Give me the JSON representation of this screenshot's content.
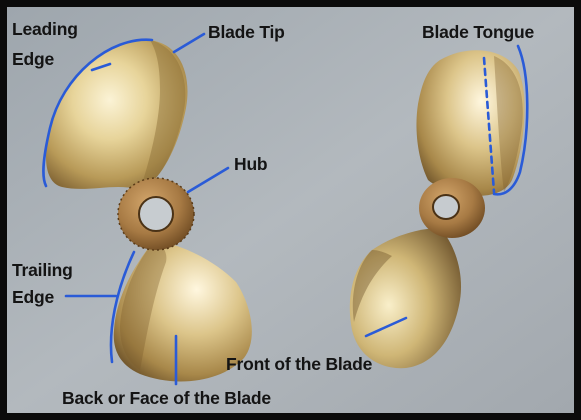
{
  "diagram": {
    "labels": {
      "leading_edge_line1": "Leading",
      "leading_edge_line2": "Edge",
      "blade_tip": "Blade Tip",
      "blade_tongue": "Blade Tongue",
      "hub": "Hub",
      "trailing_edge_line1": "Trailing",
      "trailing_edge_line2": "Edge",
      "front_of_blade": "Front of the Blade",
      "back_or_face_of_blade": "Back or Face of the Blade"
    },
    "colors": {
      "frame": "#0b0b0b",
      "background": "#a9b0b6",
      "bronze_light": "#f6ecc4",
      "bronze_mid": "#c8ad6b",
      "bronze_dark": "#6a4e26",
      "hub_wood": "#a77a44",
      "callout_line": "#2a5bd7",
      "label_text": "#141414"
    }
  }
}
